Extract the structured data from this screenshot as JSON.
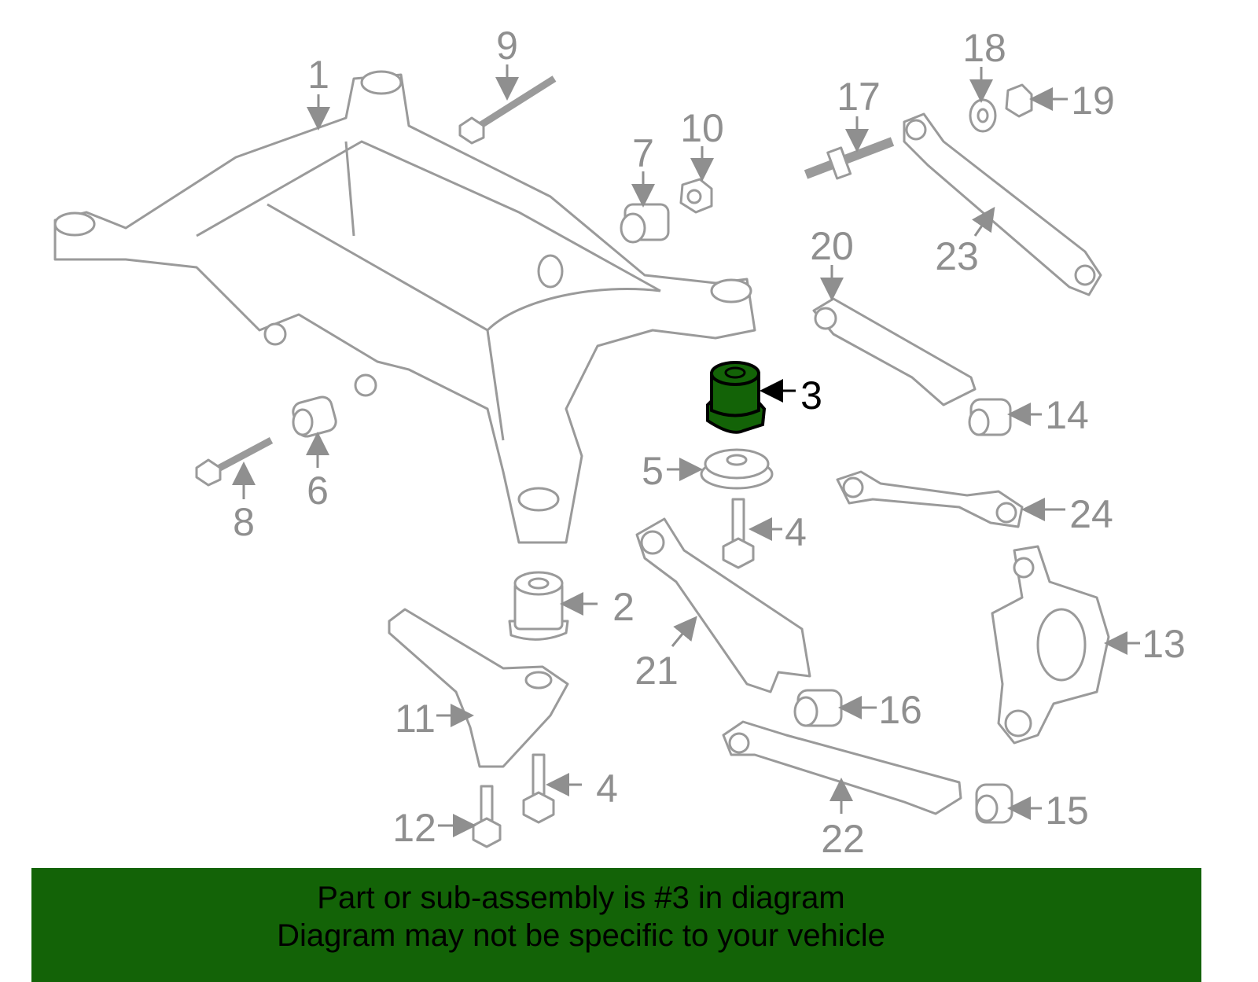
{
  "colors": {
    "highlight": "#136307",
    "line": "#9a9a9a",
    "banner": "#136307"
  },
  "highlighted_part": "3",
  "labels": {
    "l1": "1",
    "l2": "2",
    "l3": "3",
    "l4a": "4",
    "l4b": "4",
    "l5": "5",
    "l6": "6",
    "l7": "7",
    "l8": "8",
    "l9": "9",
    "l10": "10",
    "l11": "11",
    "l12": "12",
    "l13": "13",
    "l14": "14",
    "l15": "15",
    "l16": "16",
    "l17": "17",
    "l18": "18",
    "l19": "19",
    "l20": "20",
    "l21": "21",
    "l22": "22",
    "l23": "23",
    "l24": "24"
  },
  "banner": {
    "line1": "Part or sub-assembly is #3 in diagram",
    "line2": "Diagram may not be specific to your vehicle"
  }
}
